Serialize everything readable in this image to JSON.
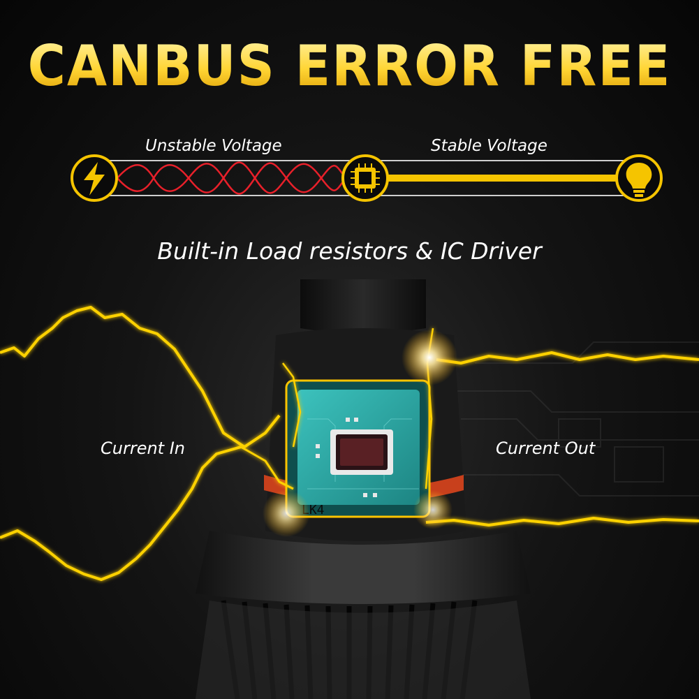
{
  "headline": "CANBUS ERROR FREE",
  "diagram": {
    "unstable_label": "Unstable Voltage",
    "stable_label": "Stable Voltage",
    "icons": [
      "lightning-bolt-icon",
      "chip-icon",
      "bulb-icon"
    ]
  },
  "subtitle": "Built-in Load resistors & IC Driver",
  "current_in": "Current In",
  "current_out": "Current Out",
  "chip_marking": "LK4",
  "colors": {
    "accent_yellow": "#f5c400",
    "headline_yellow": "#ffd433",
    "wave_red": "#e8202a",
    "chip_teal": "#2aa8a6",
    "background": "#0a0a0a"
  }
}
